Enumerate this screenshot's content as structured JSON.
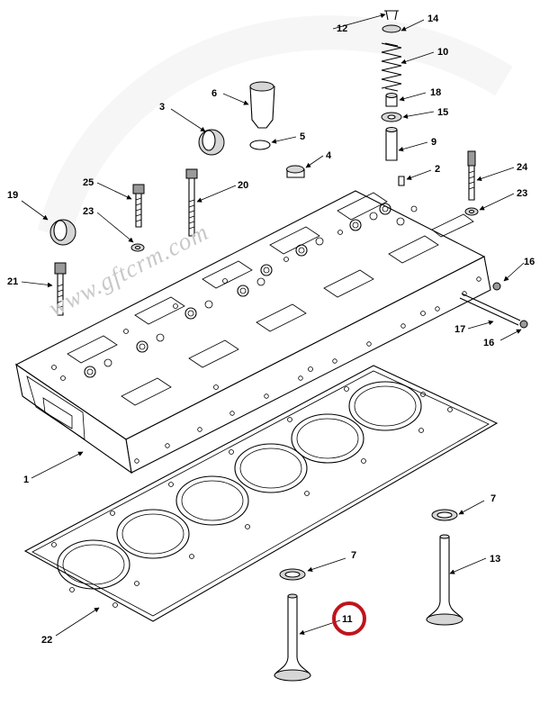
{
  "watermark": "www.gftcrm.com",
  "colors": {
    "highlight": "#c0141c",
    "line": "#000000",
    "watermark": "#c8c8c8"
  },
  "callouts": {
    "c1": "1",
    "c2": "2",
    "c3": "3",
    "c4": "4",
    "c5": "5",
    "c6": "6",
    "c7a": "7",
    "c7b": "7",
    "c9": "9",
    "c10": "10",
    "c11": "11",
    "c12": "12",
    "c13": "13",
    "c14": "14",
    "c15": "15",
    "c16a": "16",
    "c16b": "16",
    "c17": "17",
    "c18": "18",
    "c19": "19",
    "c20": "20",
    "c21": "21",
    "c22": "22",
    "c23a": "23",
    "c23b": "23",
    "c24": "24",
    "c25": "25"
  },
  "highlighted_callout": "11"
}
